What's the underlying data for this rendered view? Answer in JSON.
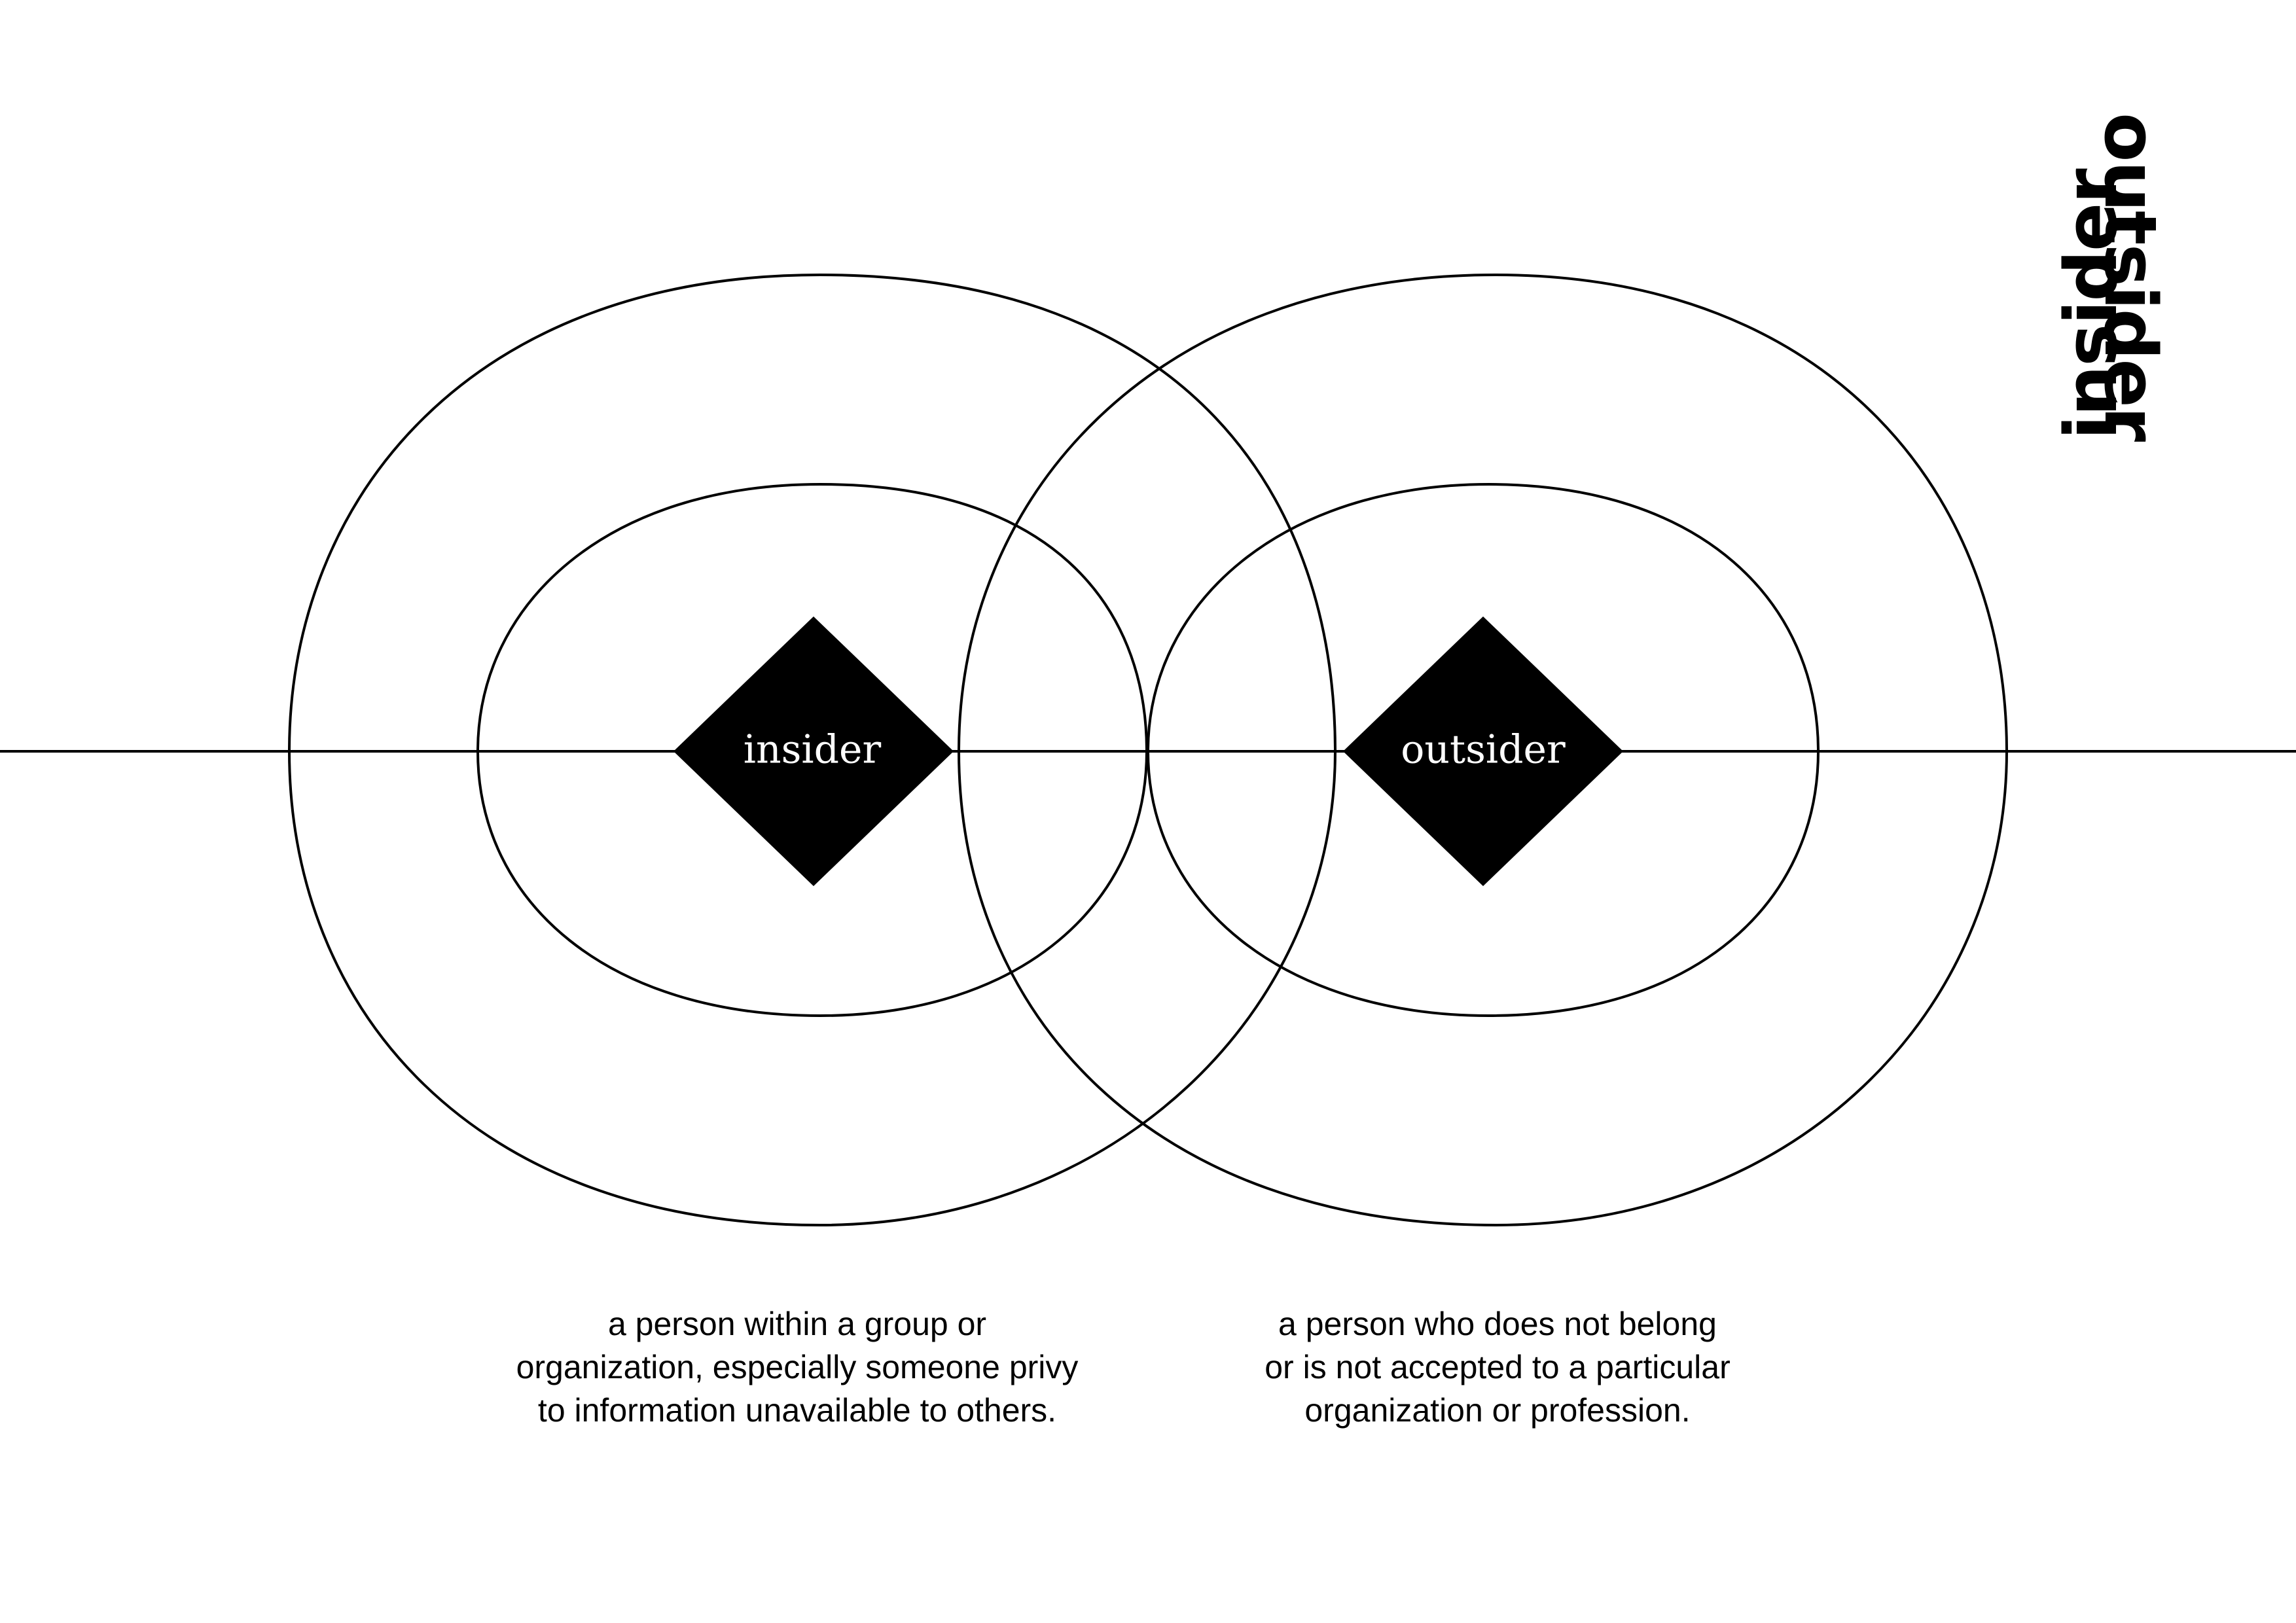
{
  "diagram": {
    "insider": {
      "label": "insider",
      "definition_lines": [
        "a person within a group or",
        "organization, especially someone privy",
        "to information unavailable to others."
      ]
    },
    "outsider": {
      "label": "outsider",
      "definition_lines": [
        "a person who does not belong",
        "or is not accepted to a particular",
        "organization or profession."
      ]
    }
  },
  "vertical_titles": {
    "first": "insider",
    "second": "outsider"
  },
  "colors": {
    "ink": "#000000",
    "background": "#ffffff"
  }
}
